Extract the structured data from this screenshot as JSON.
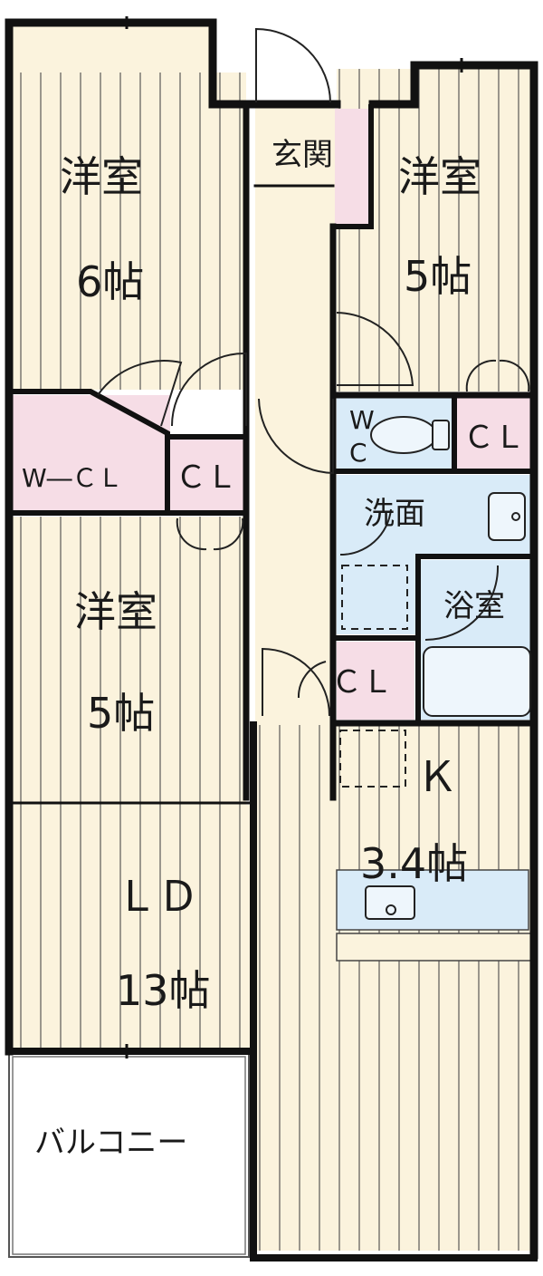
{
  "rooms": {
    "western_6": {
      "name": "洋室",
      "size": "6帖"
    },
    "western_5_top": {
      "name": "洋室",
      "size": "5帖"
    },
    "western_5_mid": {
      "name": "洋室",
      "size": "5帖"
    },
    "entrance": {
      "name": "玄関"
    },
    "walk_in_closet": {
      "name": "W―ＣＬ"
    },
    "closet_a": {
      "name": "ＣＬ"
    },
    "closet_b": {
      "name": "ＣＬ"
    },
    "closet_c": {
      "name": "ＣＬ"
    },
    "toilet": {
      "line1": "W",
      "line2": "C"
    },
    "washroom": {
      "name": "洗面"
    },
    "bathroom": {
      "name": "浴室"
    },
    "kitchen": {
      "name": "Ｋ",
      "size": "3.4帖"
    },
    "living_dining": {
      "name": "ＬＤ",
      "size": "13帖"
    },
    "balcony": {
      "name": "バルコニー"
    }
  },
  "colors": {
    "wall": "#111111",
    "floor_wood": "#fbf3dd",
    "floor_stripe": "#2a2a2a",
    "closet_pink": "#f6dde6",
    "wet_blue": "#d9ebf8",
    "balcony": "#ffffff"
  }
}
